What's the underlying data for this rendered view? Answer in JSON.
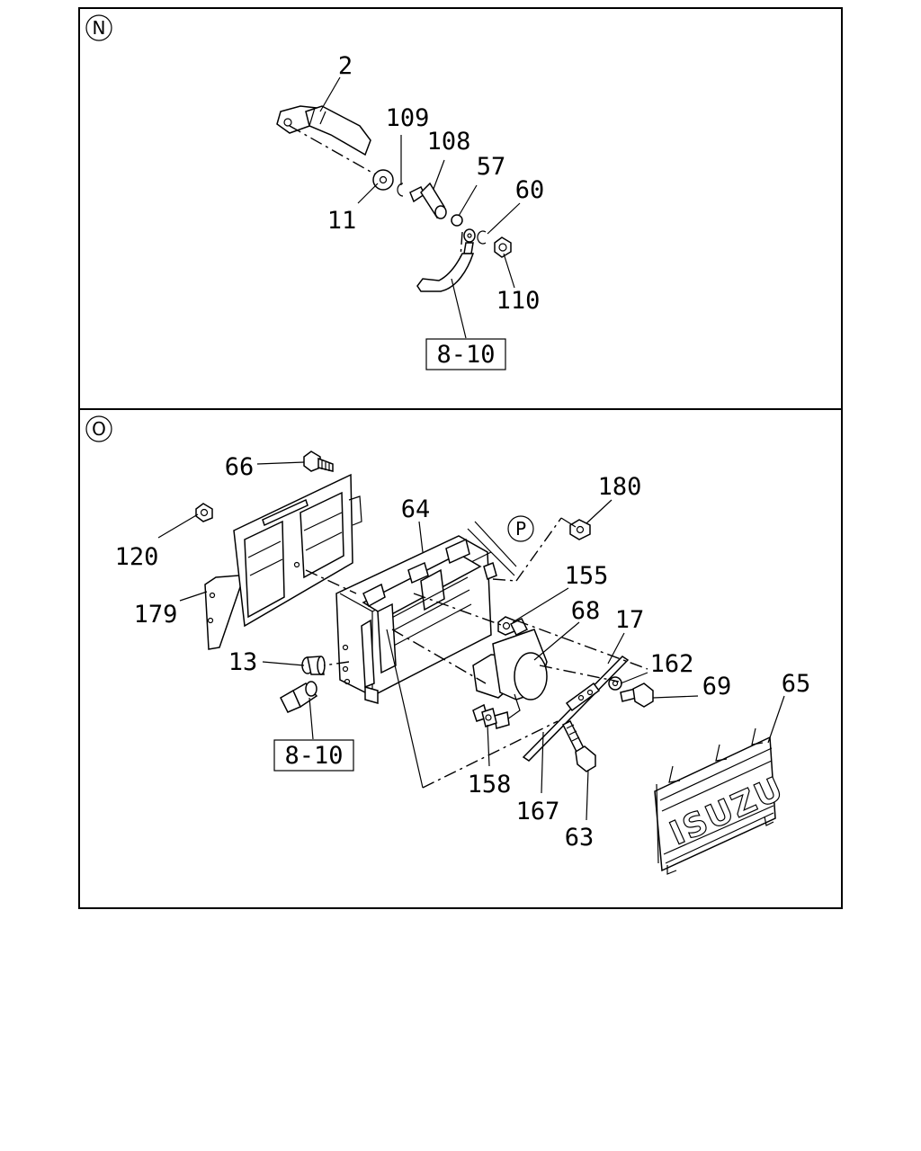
{
  "panels": {
    "top": {
      "marker": "N",
      "labels": {
        "p2": "2",
        "p109": "109",
        "p108": "108",
        "p57": "57",
        "p60": "60",
        "p11": "11",
        "p110": "110"
      },
      "ref_box": "8-10"
    },
    "bottom": {
      "marker": "O",
      "callout": "P",
      "labels": {
        "p66": "66",
        "p64": "64",
        "p180": "180",
        "p120": "120",
        "p155": "155",
        "p179": "179",
        "p68": "68",
        "p17": "17",
        "p162": "162",
        "p13": "13",
        "p69": "69",
        "p65": "65",
        "p158": "158",
        "p167": "167",
        "p63": "63"
      },
      "ref_box": "8-10",
      "brand_text": "ISUZU"
    }
  }
}
